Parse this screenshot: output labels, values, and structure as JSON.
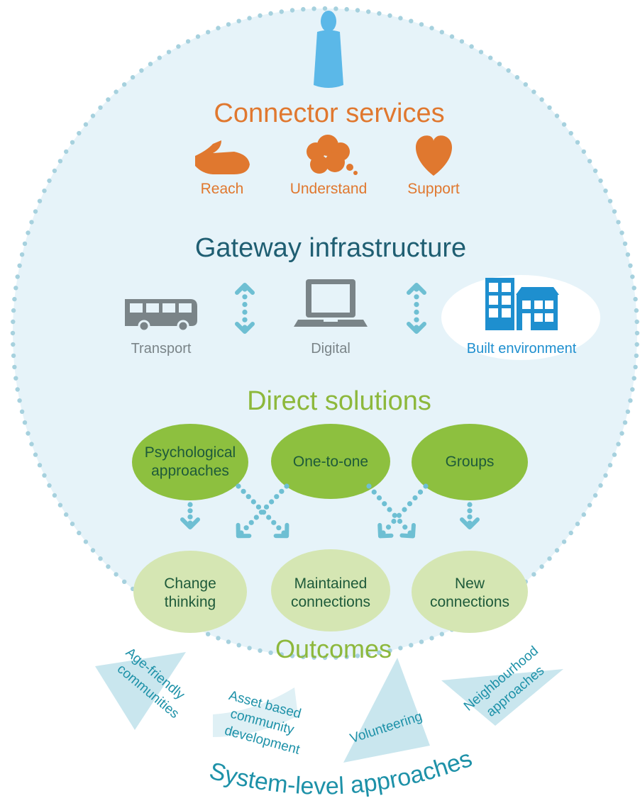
{
  "connector": {
    "title": "Connector services",
    "items": [
      {
        "label": "Reach",
        "icon": "hand-icon"
      },
      {
        "label": "Understand",
        "icon": "thought-cloud-icon"
      },
      {
        "label": "Support",
        "icon": "heart-icon"
      }
    ]
  },
  "gateway": {
    "title": "Gateway infrastructure",
    "items": [
      {
        "label": "Transport",
        "icon": "bus-icon"
      },
      {
        "label": "Digital",
        "icon": "laptop-icon"
      },
      {
        "label": "Built environment",
        "icon": "buildings-icon"
      }
    ]
  },
  "direct": {
    "title": "Direct solutions",
    "items": [
      {
        "line1": "Psychological",
        "line2": "approaches"
      },
      {
        "line1": "One-to-one"
      },
      {
        "line1": "Groups"
      }
    ]
  },
  "outcomes": {
    "title": "Outcomes",
    "items": [
      {
        "line1": "Change",
        "line2": "thinking"
      },
      {
        "line1": "Maintained",
        "line2": "connections"
      },
      {
        "line1": "New",
        "line2": "connections"
      }
    ]
  },
  "system": {
    "title": "System-level approaches",
    "items": [
      {
        "line1": "Age-friendly",
        "line2": "communities"
      },
      {
        "line1": "Asset based",
        "line2": "community",
        "line3": "development"
      },
      {
        "line1": "Volunteering"
      },
      {
        "line1": "Neighbourhood",
        "line2": "approaches"
      }
    ]
  },
  "colors": {
    "orange": "#E0782F",
    "teal_dark": "#1F5E72",
    "grey": "#7A8488",
    "blue": "#1E8FCF",
    "green_title": "#8DB83C",
    "green_dark_ellipse": "#8DC03F",
    "green_light_ellipse": "#D5E6B3",
    "ellipse_text": "#1E5A3A",
    "circle_fill": "#E6F3F9",
    "dots": "#A6D1DE",
    "arrow": "#6EBFD3",
    "system_text": "#1D91A8"
  }
}
